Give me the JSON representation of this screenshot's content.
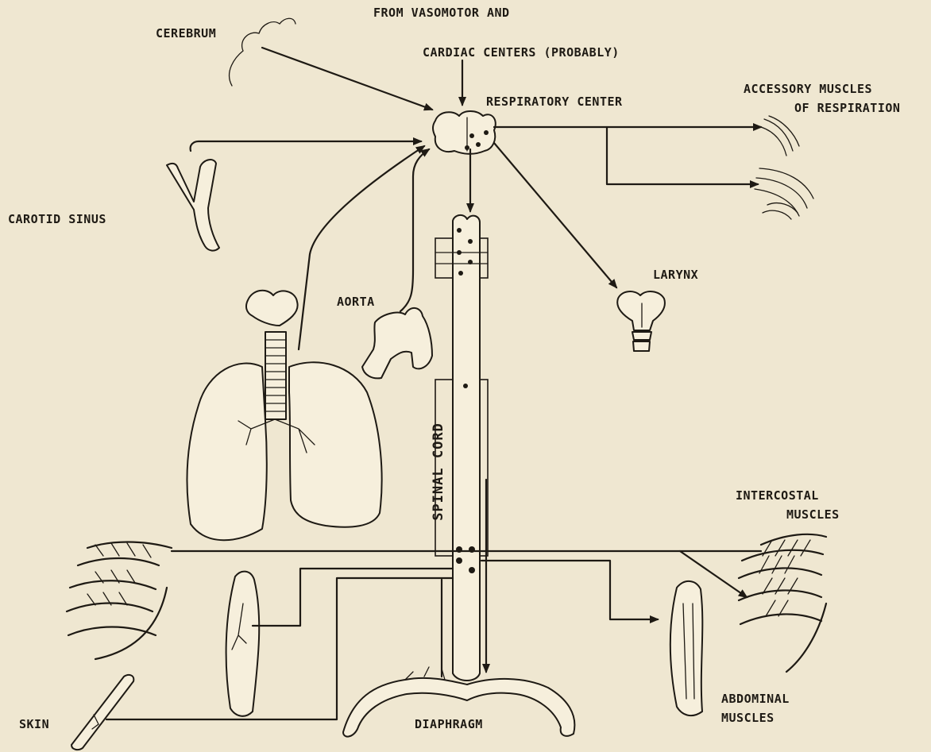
{
  "labels": {
    "cerebrum": "CEREBRUM",
    "vasomotor_1": "FROM VASOMOTOR AND",
    "vasomotor_2": "CARDIAC CENTERS (PROBABLY)",
    "respiratory_center": "RESPIRATORY CENTER",
    "accessory_1": "ACCESSORY MUSCLES",
    "accessory_2": "OF RESPIRATION",
    "carotid_sinus": "CAROTID SINUS",
    "larynx": "LARYNX",
    "aorta": "AORTA",
    "spinal_cord": "SPINAL CORD",
    "intercostal_1": "INTERCOSTAL",
    "intercostal_2": "MUSCLES",
    "abdominal_1": "ABDOMINAL",
    "abdominal_2": "MUSCLES",
    "skin": "SKIN",
    "diaphragm": "DIAPHRAGM"
  },
  "colors": {
    "paper": "#efe7d1",
    "ink": "#1e1a14"
  }
}
